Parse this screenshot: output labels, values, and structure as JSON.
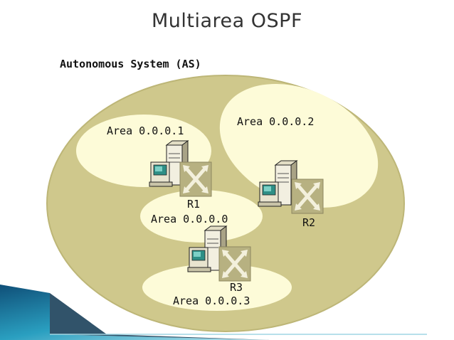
{
  "title": "Multiarea OSPF",
  "as_label": "Autonomous System (AS)",
  "areas": [
    {
      "id": "area1",
      "label": "Area 0.0.0.1"
    },
    {
      "id": "area2",
      "label": "Area 0.0.0.2"
    },
    {
      "id": "area0",
      "label": "Area 0.0.0.0"
    },
    {
      "id": "area3",
      "label": "Area 0.0.0.3"
    }
  ],
  "routers": [
    {
      "id": "r1",
      "label": "R1"
    },
    {
      "id": "r2",
      "label": "R2"
    },
    {
      "id": "r3",
      "label": "R3"
    }
  ],
  "colors": {
    "as_fill": "#cfc88c",
    "area_fill": "#fdfbd8",
    "router_icon_bg": "#b7b181",
    "slide_accent": "#2a9fc0"
  }
}
